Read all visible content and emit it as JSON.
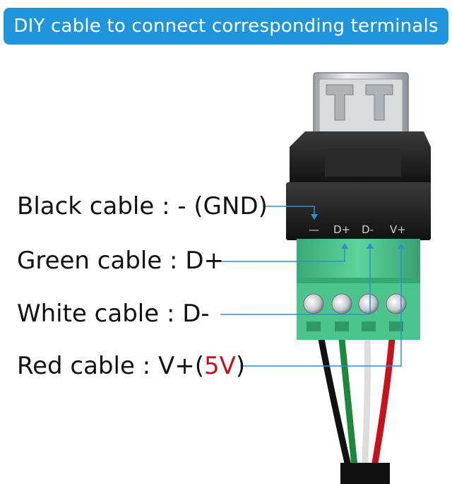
{
  "banner": {
    "text": "DIY cable to connect corresponding terminals",
    "color": "#1e95dc"
  },
  "cables": [
    {
      "label": "Black cable : - (GND)",
      "terminal": "—",
      "wire_color": "#111111"
    },
    {
      "label": "Green cable : D+",
      "terminal": "D+",
      "wire_color": "#1c8a3c"
    },
    {
      "label": "White cable : D-",
      "terminal": "D-",
      "wire_color": "#f2f2f2"
    },
    {
      "label_prefix": "Red cable : V+(",
      "label_highlight": "5V",
      "label_suffix": ")",
      "terminal": "V+",
      "wire_color": "#c8121b",
      "highlight_color": "#c0141c"
    }
  ],
  "leader_color": "#2a8fd8",
  "connector_green": "#45c58a"
}
